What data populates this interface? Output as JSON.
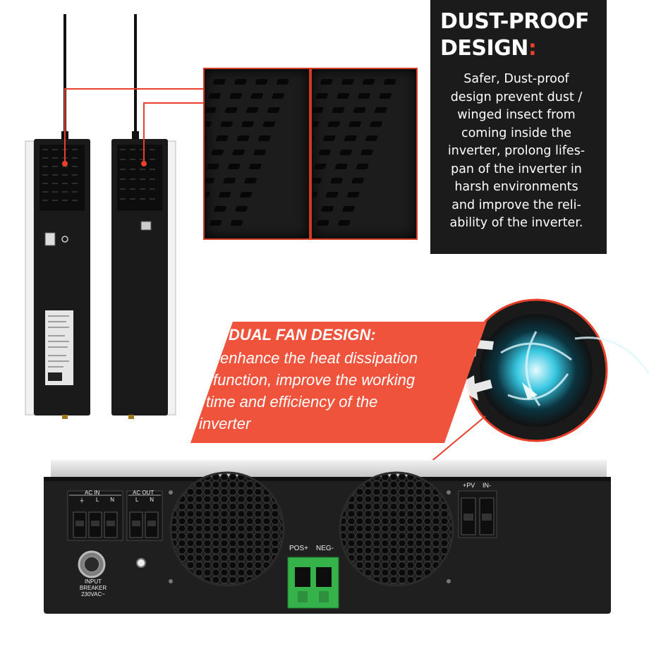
{
  "dust_proof": {
    "title": "DUST-PROOF DESIGN",
    "colon": ":",
    "body_lines": [
      "Safer, Dust-proof",
      "design prevent dust /",
      "winged insect from",
      "coming inside the",
      "inverter, prolong lifes-",
      "pan of the inverter in",
      "harsh environments",
      "and improve the reli-",
      "ability of the inverter."
    ]
  },
  "dual_fan": {
    "title": "DUAL FAN DESIGN:",
    "body_lines": [
      "enhance the heat dissipation",
      "function, improve the working",
      "time and efficiency of the",
      "inverter"
    ]
  },
  "panel_labels": {
    "ac_in": "AC IN",
    "ac_out": "AC OUT",
    "ac_in_terms": [
      "⏚",
      "L",
      "N"
    ],
    "ac_out_terms": [
      "L",
      "N"
    ],
    "pv_pos": "+PV",
    "pv_neg": "IN-",
    "pos": "POS+",
    "neg": "NEG-",
    "breaker_line1": "INPUT BREAKER",
    "breaker_line2": "230VAC~"
  },
  "colors": {
    "accent_red": "#e8402a",
    "dark": "#1b1b1b",
    "terminal_green": "#3bb54a"
  }
}
